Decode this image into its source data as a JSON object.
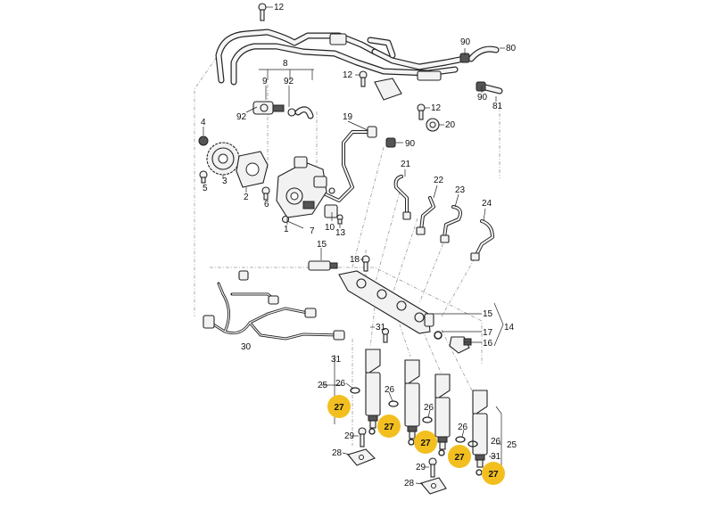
{
  "callouts": {
    "c12a": "12",
    "c8": "8",
    "c9": "9",
    "c92a": "92",
    "c92b": "92",
    "c90a": "90",
    "c80": "80",
    "c90b": "90",
    "c81": "81",
    "c12b": "12",
    "c12c": "12",
    "c20": "20",
    "c19": "19",
    "c90c": "90",
    "c4": "4",
    "c3": "3",
    "c5": "5",
    "c2": "2",
    "c6": "6",
    "c1": "1",
    "c7": "7",
    "c10": "10",
    "c13": "13",
    "c21": "21",
    "c22": "22",
    "c23": "23",
    "c24": "24",
    "c15a": "15",
    "c18": "18",
    "c15b": "15",
    "c14": "14",
    "c17": "17",
    "c16": "16",
    "c31a": "31",
    "c30": "30",
    "c31b": "31",
    "c25a": "25",
    "c26a": "26",
    "c26b": "26",
    "c26c": "26",
    "c26d": "26",
    "c26e": "26",
    "c25b": "25",
    "c31c": "31",
    "c29a": "29",
    "c29b": "29",
    "c28a": "28",
    "c28b": "28"
  },
  "highlighted_callouts": {
    "h1": "27",
    "h2": "27",
    "h3": "27",
    "h4": "27",
    "h5": "27"
  },
  "colors": {
    "highlight": "#f2bf1f",
    "line": "#222222",
    "part_fill": "#f2f2f2"
  }
}
